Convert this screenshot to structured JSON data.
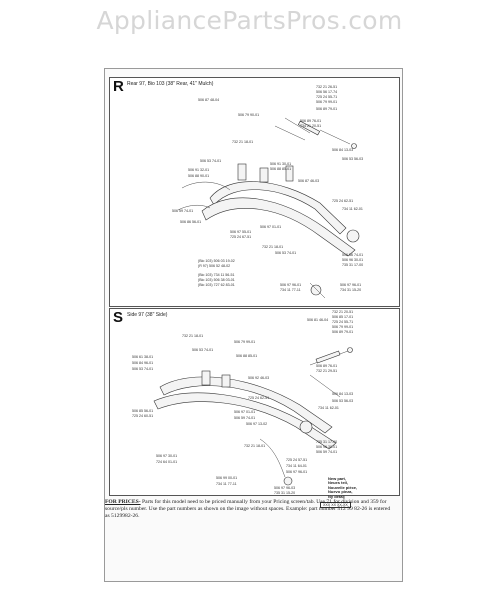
{
  "watermark": "AppliancePartsPros.com",
  "sections": [
    {
      "letter": "R",
      "title": "Rear 97, Bio 103 (38\" Rear, 41\" Mulch)",
      "labels": [
        "732 21 26-51",
        "506 56 17-74",
        "725 24 55-71",
        "506 79 99-01",
        "506 87 48-04",
        "506 79 90-01",
        "506 89 79-01",
        "506 89 76-01",
        "734 21 20-51",
        "732 21 18-01",
        "506 84 13-03",
        "506 53 56-03",
        "506 53 74-01",
        "506 91 32-01",
        "506 88 90-01",
        "506 87 46-03",
        "506 91 30-01",
        "506 88 85-01",
        "506 59 74-01",
        "506 86 56-01",
        "506 97 01-01",
        "725 24 62-51",
        "734 11 62-01",
        "725 24 67-51",
        "506 97 55-01",
        "732 21 18-01",
        "506 53 74-01",
        "(Bio 103) 506 03 19-02",
        "(R 97) 506 52 48-02",
        "(Bio 103) 734 11 56-51",
        "(Bio 103) 506 38 03-01",
        "(Bio 103) 727 62 83-01",
        "506 56 74-01",
        "506 96 30-01",
        "735 31 17-00",
        "506 97 96-01",
        "734 11 77-11",
        "506 97 96-01",
        "734 31 15-20"
      ]
    },
    {
      "letter": "S",
      "title": "Side 97 (38\" Side)",
      "labels": [
        "732 21 20-51",
        "506 85 17-01",
        "725 24 55-71",
        "506 79 99-01",
        "506 89 79-01",
        "506 81 46-04",
        "732 21 18-01",
        "506 79 99-01",
        "506 53 74-01",
        "506 61 38-01",
        "506 88 85-01",
        "506 84 96-01",
        "506 89 76-01",
        "732 21 29-51",
        "506 53 74-01",
        "506 92 46-03",
        "506 84 13-03",
        "506 53 56-03",
        "725 24 62-51",
        "734 11 62-01",
        "506 97 01-01",
        "506 59 74-01",
        "506 85 56-01",
        "725 24 60-51",
        "506 97 13-02",
        "732 21 18-01",
        "735 31 17-00",
        "506 96 30-01",
        "506 59 74-01",
        "506 97 30-01",
        "724 64 01-01",
        "725 24 57-51",
        "734 11 64-01",
        "506 97 96-01",
        "506 99 00-01",
        "734 11 77-11",
        "506 97 96-03",
        "735 31 15-20"
      ],
      "new_part_note": [
        "New part,",
        "Neues teil,",
        "Nouvelle pièce,",
        "Nuevo pieza,",
        "Ny detalj"
      ],
      "new_part_box": "XXX XX XX-XX"
    }
  ],
  "footer": {
    "heading": "FOR PRICES-",
    "text": " Parts for this model need to be priced manually from your Pricing screen/tab. Use 71 for division and 359 for source/pls number. Use the part numbers as shown on the image without spaces. Example: part number 512 99 82-26 is entered as 5129982-26."
  }
}
